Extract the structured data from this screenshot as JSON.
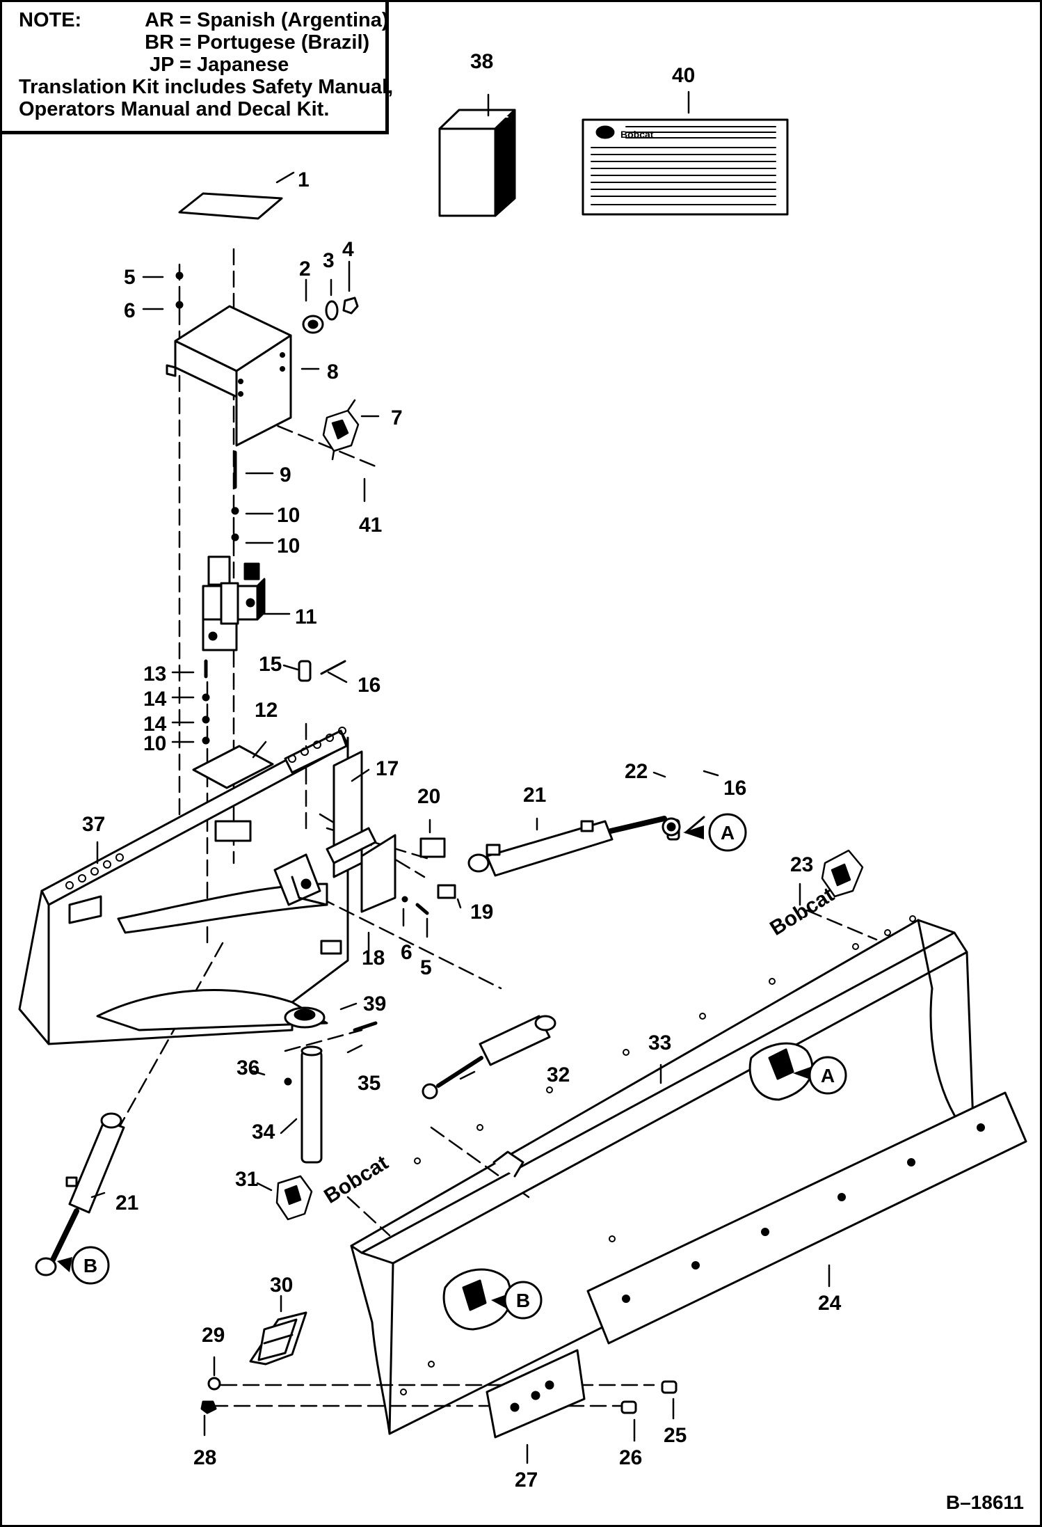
{
  "note": {
    "title": "NOTE:",
    "lines": [
      {
        "code": "AR =",
        "text": "Spanish (Argentina)"
      },
      {
        "code": "BR =",
        "text": "Portugese (Brazil)"
      },
      {
        "code": "JP =",
        "text": "Japanese"
      }
    ],
    "footer_1": "Translation Kit includes Safety Manual,",
    "footer_2": "Operators Manual and Decal Kit."
  },
  "brand_label": "Bobcat",
  "connector_labels": {
    "a": "A",
    "b": "B"
  },
  "drawing_number": "B–18611",
  "callouts": [
    {
      "id": "c1",
      "label": "1"
    },
    {
      "id": "c2",
      "label": "2"
    },
    {
      "id": "c3",
      "label": "3"
    },
    {
      "id": "c4",
      "label": "4"
    },
    {
      "id": "c5a",
      "label": "5"
    },
    {
      "id": "c5b",
      "label": "5"
    },
    {
      "id": "c6a",
      "label": "6"
    },
    {
      "id": "c6b",
      "label": "6"
    },
    {
      "id": "c7",
      "label": "7"
    },
    {
      "id": "c8",
      "label": "8"
    },
    {
      "id": "c9",
      "label": "9"
    },
    {
      "id": "c10a",
      "label": "10"
    },
    {
      "id": "c10b",
      "label": "10"
    },
    {
      "id": "c10c",
      "label": "10"
    },
    {
      "id": "c11",
      "label": "11"
    },
    {
      "id": "c12",
      "label": "12"
    },
    {
      "id": "c13",
      "label": "13"
    },
    {
      "id": "c14a",
      "label": "14"
    },
    {
      "id": "c14b",
      "label": "14"
    },
    {
      "id": "c15",
      "label": "15"
    },
    {
      "id": "c16a",
      "label": "16"
    },
    {
      "id": "c16b",
      "label": "16"
    },
    {
      "id": "c17",
      "label": "17"
    },
    {
      "id": "c18",
      "label": "18"
    },
    {
      "id": "c19",
      "label": "19"
    },
    {
      "id": "c20",
      "label": "20"
    },
    {
      "id": "c21a",
      "label": "21"
    },
    {
      "id": "c21b",
      "label": "21"
    },
    {
      "id": "c22",
      "label": "22"
    },
    {
      "id": "c23",
      "label": "23"
    },
    {
      "id": "c24",
      "label": "24"
    },
    {
      "id": "c25",
      "label": "25"
    },
    {
      "id": "c26",
      "label": "26"
    },
    {
      "id": "c27",
      "label": "27"
    },
    {
      "id": "c28",
      "label": "28"
    },
    {
      "id": "c29",
      "label": "29"
    },
    {
      "id": "c30",
      "label": "30"
    },
    {
      "id": "c31",
      "label": "31"
    },
    {
      "id": "c32",
      "label": "32"
    },
    {
      "id": "c33",
      "label": "33"
    },
    {
      "id": "c34",
      "label": "34"
    },
    {
      "id": "c35",
      "label": "35"
    },
    {
      "id": "c36",
      "label": "36"
    },
    {
      "id": "c37",
      "label": "37"
    },
    {
      "id": "c38",
      "label": "38"
    },
    {
      "id": "c39",
      "label": "39"
    },
    {
      "id": "c40",
      "label": "40"
    },
    {
      "id": "c41",
      "label": "41"
    }
  ]
}
